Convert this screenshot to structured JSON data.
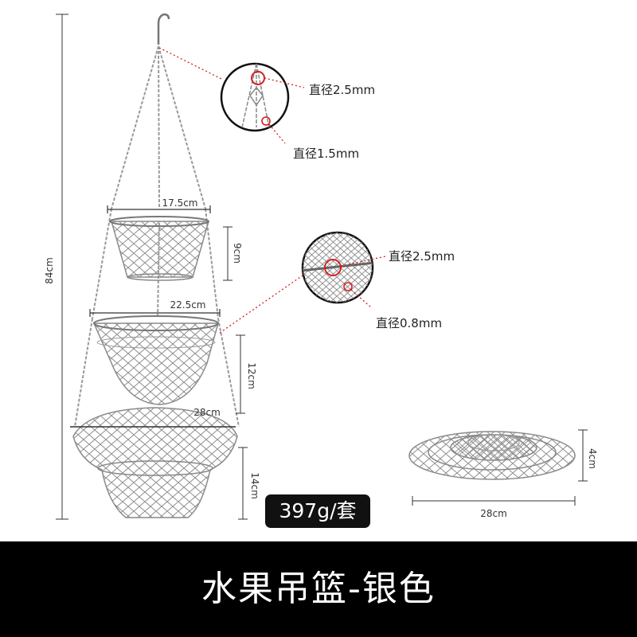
{
  "product": {
    "title": "水果吊篮-银色",
    "weight_badge": "397g/套"
  },
  "dimensions": {
    "total_height": "84cm",
    "top_basket_width": "17.5cm",
    "top_basket_height": "9cm",
    "middle_basket_width": "22.5cm",
    "middle_basket_height": "12cm",
    "bottom_basket_width": "28cm",
    "bottom_basket_height": "14cm",
    "folded_width": "28cm",
    "folded_height": "4cm"
  },
  "callouts": {
    "hook_top_diameter": "直径2.5mm",
    "hook_chain_diameter": "直径1.5mm",
    "rim_wire_diameter": "直径2.5mm",
    "mesh_wire_diameter": "直径0.8mm"
  },
  "colors": {
    "marker": "#d42020",
    "title_bar": "#000000",
    "badge": "#111111"
  }
}
